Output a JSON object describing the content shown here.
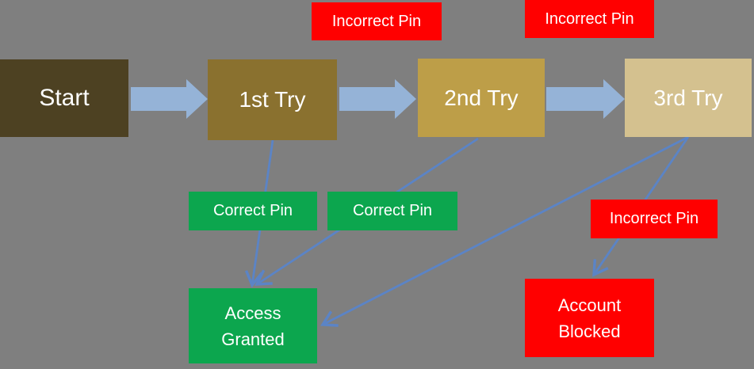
{
  "colors": {
    "background": "#7f7f7f",
    "flow_arrow": "#95b3d7",
    "connector": "#5b84c6",
    "text": "#ffffff",
    "node_start": "#4d4122",
    "node_try1": "#8a712f",
    "node_try2": "#bd9e48",
    "node_try3": "#d4c18f",
    "success": "#0ca64e",
    "failure": "#ff0000"
  },
  "nodes": {
    "start": {
      "label": "Start"
    },
    "try1": {
      "label": "1st Try"
    },
    "try2": {
      "label": "2nd Try"
    },
    "try3": {
      "label": "3rd Try"
    },
    "access_granted": {
      "label": "Access Granted"
    },
    "account_blocked": {
      "label": "Account Blocked"
    }
  },
  "edge_labels": {
    "incorrect_pin_1": {
      "label": "Incorrect Pin"
    },
    "incorrect_pin_2": {
      "label": "Incorrect Pin"
    },
    "incorrect_pin_3": {
      "label": "Incorrect Pin"
    },
    "correct_pin_1": {
      "label": "Correct Pin"
    },
    "correct_pin_2": {
      "label": "Correct Pin"
    }
  }
}
